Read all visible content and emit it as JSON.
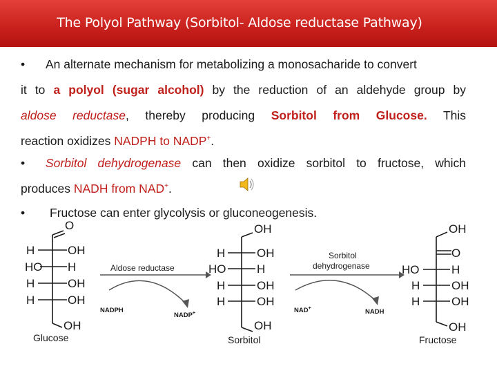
{
  "title": "The Polyol Pathway (Sorbitol- Aldose reductase Pathway)",
  "bullet_char": "•",
  "p1": {
    "l1": "An alternate mechanism for metabolizing a monosacharide to convert",
    "l2a": "it to",
    "l2b": "a polyol (sugar alcohol)",
    "l2c": "by the reduction of an aldehyde group by",
    "l3a": "aldose reductase",
    "l3b": ", thereby producing",
    "l3c": "Sorbitol from Glucose.",
    "l3d": "This",
    "l4a": "reaction oxidizes",
    "l4b": "NADPH to NADP",
    "l4sup": "+",
    "l4c": "."
  },
  "p2": {
    "l1a": "Sorbitol dehydrogenase",
    "l1b": "can then oxidize sorbitol to fructose, which",
    "l2a": "produces",
    "l2b": "NADH from NAD",
    "l2sup": "+",
    "l2c": "."
  },
  "p3": {
    "l1": "Fructose can enter glycolysis or gluconeogenesis."
  },
  "diagram": {
    "glucose": {
      "name": "Glucose",
      "top": "O",
      "rows": [
        {
          "left": "H",
          "right": "OH"
        },
        {
          "left": "HO",
          "right": "H"
        },
        {
          "left": "H",
          "right": "OH"
        },
        {
          "left": "H",
          "right": "OH"
        }
      ],
      "bottom": "OH"
    },
    "sorbitol": {
      "name": "Sorbitol",
      "top": "OH",
      "rows": [
        {
          "left": "H",
          "right": "OH"
        },
        {
          "left": "HO",
          "right": "H"
        },
        {
          "left": "H",
          "right": "OH"
        },
        {
          "left": "H",
          "right": "OH"
        }
      ],
      "bottom": "OH"
    },
    "fructose": {
      "name": "Fructose",
      "top": "OH",
      "rows": [
        {
          "left": "",
          "right": "O"
        },
        {
          "left": "HO",
          "right": "H"
        },
        {
          "left": "H",
          "right": "OH"
        },
        {
          "left": "H",
          "right": "OH"
        }
      ],
      "bottom": "OH"
    },
    "enzyme1": "Aldose reductase",
    "cofactor1_in": "NADPH",
    "cofactor1_out": "NADP",
    "cofactor1_out_sup": "+",
    "enzyme2_l1": "Sorbitol",
    "enzyme2_l2": "dehydrogenase",
    "cofactor2_in": "NAD",
    "cofactor2_in_sup": "+",
    "cofactor2_out": "NADH"
  },
  "colors": {
    "title_bg": "#c8201c",
    "highlight": "#c0201b"
  },
  "icons": {
    "audio": "speaker-icon"
  }
}
